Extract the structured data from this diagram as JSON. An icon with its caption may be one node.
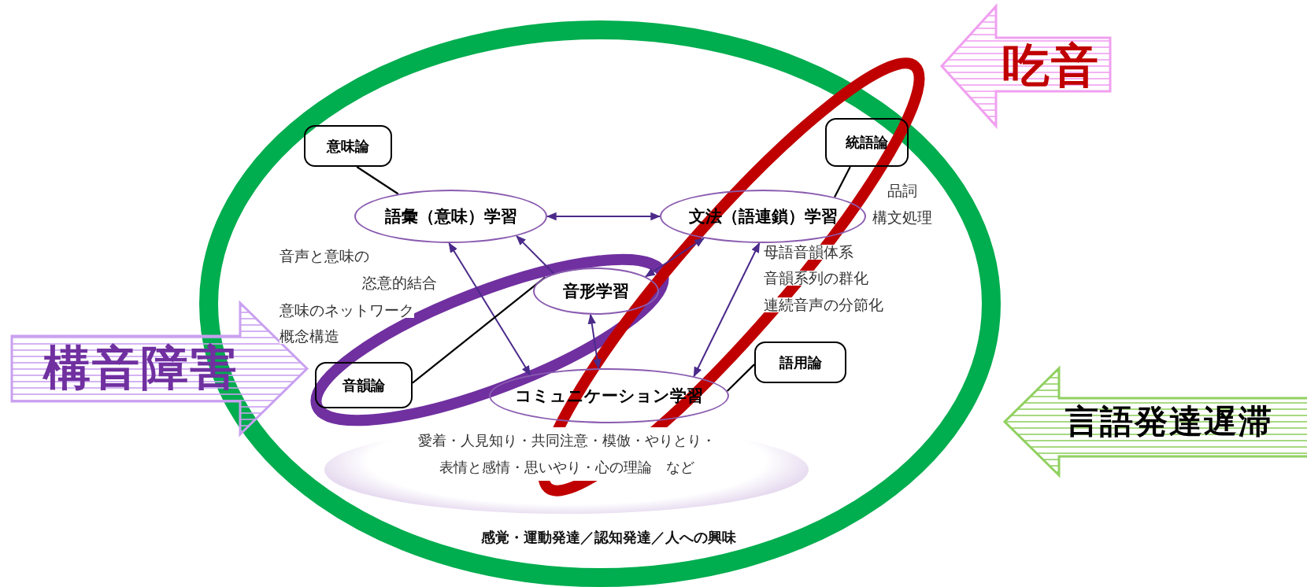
{
  "diagram": {
    "nodes": [
      {
        "text": [
          "語彙（意味）学習"
        ]
      },
      {
        "text": [
          "文法（語連鎖）学習"
        ]
      },
      {
        "text": [
          "音形学習"
        ]
      },
      {
        "text": [
          "コミュニケーション学習"
        ]
      },
      {
        "text": [
          "意味論"
        ]
      },
      {
        "text": [
          "統語論"
        ]
      },
      {
        "text": [
          "音韻論"
        ]
      },
      {
        "text": [
          "語用論"
        ]
      },
      {
        "text": [
          "構音障害"
        ]
      },
      {
        "text": [
          "吃音"
        ]
      },
      {
        "text": [
          "言語発達遅滞"
        ]
      },
      {
        "text": [
          "愛着・人見知り・共同注意・模倣・やりとり・表情と感情・思いやり・心の理論　など"
        ]
      }
    ],
    "edges": [
      {
        "from": 0,
        "to": 1,
        "arrow": "both"
      },
      {
        "from": 2,
        "to": 0,
        "arrow": "to"
      },
      {
        "from": 0,
        "to": 3,
        "arrow": "both"
      },
      {
        "from": 1,
        "to": 2,
        "arrow": "both"
      },
      {
        "from": 1,
        "to": 3,
        "arrow": "both"
      },
      {
        "from": 2,
        "to": 3,
        "arrow": "both"
      },
      {
        "from": 4,
        "to": 0,
        "arrow": "none",
        "color": "#000000"
      },
      {
        "from": 5,
        "to": 1,
        "arrow": "none",
        "color": "#000000"
      },
      {
        "from": 6,
        "to": 2,
        "arrow": "none",
        "color": "#000000"
      },
      {
        "from": 7,
        "to": 3,
        "arrow": "none",
        "color": "#000000"
      }
    ],
    "labels": [
      "音声と意味の",
      "恣意的結合",
      "意味のネットワーク",
      "概念構造",
      "品詞",
      "構文処理",
      "母語音韻体系",
      "音韻系列の群化",
      "連続音声の分節化",
      "感覚・運動発達／認知発達／人への興味"
    ]
  }
}
